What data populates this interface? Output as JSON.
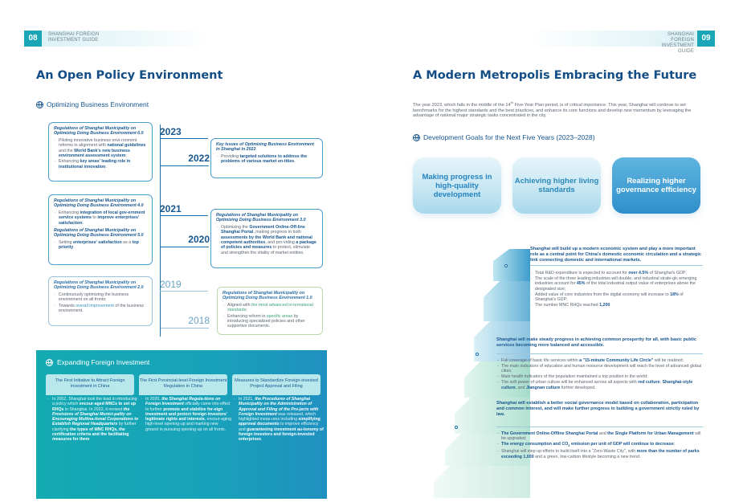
{
  "left_header": {
    "page": "08",
    "line1": "SHANGHAI FOREIGN",
    "line2": "INVESTMENT GUIDE"
  },
  "right_header": {
    "page": "09",
    "line1": "SHANGHAI FOREIGN",
    "line2": "INVESTMENT GUIDE"
  },
  "left_title": "An Open Policy Environment",
  "right_title": "A Modern Metropolis Embracing the Future",
  "optimizing_title": "Optimizing Business Environment",
  "years": [
    "2023",
    "2022",
    "2021",
    "2020",
    "2019",
    "2018"
  ],
  "boxes": {
    "b2023": {
      "title": "Regulations of Shanghai Municipality on Optimizing Doing Business Environment 6.0",
      "i1a": "Piloting innovative business envi-ronment reforms in alignment with ",
      "i1b": "national guidelines",
      "i1c": " and the ",
      "i1d": "World Bank's new business environment assessment system",
      "i1e": ";",
      "i2a": "Enhancing ",
      "i2b": "key areas' leading role in institutional innovation",
      "i2c": "."
    },
    "b2022": {
      "title": "Key Issues of Optimizing Business Environment in Shanghai in 2022",
      "i1a": "Providing ",
      "i1b": "targeted solutions to address the problems of various market en-tities",
      "i1c": "."
    },
    "b2021": {
      "title": "Regulations of Shanghai Municipality on Optimizing Doing Business Environment 4.0",
      "i1a": "Enhancing ",
      "i1b": "integration of local gov-ernment service systems",
      "i1c": " to ",
      "i1d": "improve enterprises' satisfaction",
      "i1e": ".",
      "title2": "Regulations of Shanghai Municipality on Optimizing Doing Business Environment 5.0",
      "i2a": "Setting ",
      "i2b": "enterprises' satisfaction",
      "i2c": " as a ",
      "i2d": "top priority",
      "i2e": "."
    },
    "b2020": {
      "title": "Regulations of Shanghai Municipality on Optimizing Doing Business Environment 3.0",
      "i1a": "Optimizing the ",
      "i1b": "Government Online-Off-line Shanghai Portal",
      "i1c": ", making progress in both ",
      "i1d": "assessments by the World Bank and national competent authorities",
      "i1e": ", and pro-viding ",
      "i1f": "a package of policies and measures",
      "i1g": " to protect, stimulate and strengthen the vitality of market entities."
    },
    "b2019": {
      "title": "Regulations of Shanghai Municipality on Optimizing Doing Business Environment 2.0",
      "i1": "Continuously optimizing the business environment on all fronts;",
      "i2a": "Towards ",
      "i2b": "overall improvement",
      "i2c": " of the business environment."
    },
    "b2018": {
      "title": "Regulations of Shanghai Municipality on Optimizing Doing Business Environment 1.0",
      "i1a": "Aligned with ",
      "i1b": "the most advanced in-ternational standards",
      "i1c": ";",
      "i2a": "Enhancing reform in ",
      "i2b": "specific areas",
      "i2c": " by introducing specialized policies and other supportive documents."
    }
  },
  "foreign": {
    "title": "Expanding Foreign Investment",
    "tabs": [
      "The First Initiative to Attract Foreign Investment in China",
      "The First Provincial-level Foreign Investment Regulation in China",
      "Measures to Standardize Foreign-invested Project Approval and Filing"
    ],
    "col1": {
      "a": "In 2002, Shanghai took the lead in introducing a policy which ",
      "b": "encour-aged MNCs to set up RHQs",
      "c": " in Shanghai. In 2022, it revised ",
      "d": "the Provisions of Shanghai Munici-pality on Encouraging Multina-tional Corporations to Establish Regional Headquarters",
      "e": " by further clarifying ",
      "f": "the types of MNC RHQs, the certification criteria and the facilitating measures for them"
    },
    "col2": {
      "a": "In 2020, ",
      "b": "the Shanghai Regula-tions on Foreign Investment",
      "c": " officially came into effect to further ",
      "d": "promote and stabilize for-eign investment and protect foreign investors' legitimate rights and interests",
      "e": ", encour-aging high-level opening-up and marking new ground in pursuing opening-up on all fronts."
    },
    "col3": {
      "a": "In 2021, ",
      "b": "the Procedures of Shanghai Municipality on the Administration of Approval and Filing of the Pro-jects with Foreign Investment",
      "c": " was released, which highlighted meas-ures including ",
      "d": "simplifying approval documents",
      "e": " to improve efficiency and ",
      "f": "guaranteeing investment au-tonomy of foreign investors and foreign-invested enterprises",
      "g": "."
    }
  },
  "intro": {
    "a": "The year 2023, which falls in the middle of the 14",
    "sup": "th",
    "b": " Five-Year Plan period, is of critical importance. This year, Shanghai will continue to set benchmarks for the highest standards and the best practices, and enhance its core functions and develop new momentum by leveraging the advantage of national major strategic tasks concentrated in the city."
  },
  "goals_title": "Development Goals for the Next Five Years (2023–2028)",
  "cards": [
    "Making progress in high-quality development",
    "Achieving higher living standards",
    "Realizing higher governance efficiency"
  ],
  "g1": {
    "head": "Shanghai will build up a modern economic system and play a more important role as a central point for China's domestic economic circulation and a strategic link connecting domestic and international markets.",
    "l1a": "Total R&D expenditure is expected to account for ",
    "l1b": "over 4.5%",
    "l1c": " of Shanghai's GDP;",
    "l2a": "The scale of the three leading industries will double, and industrial strate-gic emerging industries account for ",
    "l2b": "45%",
    "l2c": " of the total industrial output value of enterprises above the designated size;",
    "l3a": "Added value of core industries from the digital economy will increase to ",
    "l3b": "18%",
    "l3c": " of Shanghai's GDP;",
    "l4a": "The number MNC RHQs reached ",
    "l4b": "1,200"
  },
  "g2": {
    "head": "Shanghai will make steady progress in achieving common prosperity for all, with basic public services becoming more balanced and accessible.",
    "l1a": "Full coverage of basic life services within ",
    "l1b": "a \"15-minute Community Life Circle\"",
    "l1c": " will be realized;",
    "l2": "The main indicators of education and human resource development will reach the level of advanced global cities;",
    "l3": "Main health indicators of the population maintained a top position in the world;",
    "l4a": "The soft power of urban culture will be enhanced across all aspects with ",
    "l4b": "red culture",
    "l4c": ", ",
    "l4d": "Shanghai-style culture",
    "l4e": ", and ",
    "l4f": "Jiangnan culture",
    "l4g": " further developed."
  },
  "g3": {
    "head": "Shanghai will establish a better social governance model based on collaboration, participation and common interest, and will make further progress in building a government strictly ruled by law.",
    "l1a": "The Government Online-Offline Shanghai Portal",
    "l1b": " and ",
    "l1c": "the Single Platform for Urban Management",
    "l1d": " will be upgraded;",
    "l2a": "The energy consumption and CO",
    "l2sub": "2",
    "l2b": " emission per unit of GDP will continue to decrease",
    "l2c": ";",
    "l3a": "Shanghai will step up efforts to build itself into a \"Zero-Waste City\", with ",
    "l3b": "more than the number of parks exceeding 1,000",
    "l3c": " and a green, low-carbon lifestyle becoming a new trend."
  },
  "colors": {
    "accent": "#17568f",
    "teal": "#1aa6b7"
  }
}
